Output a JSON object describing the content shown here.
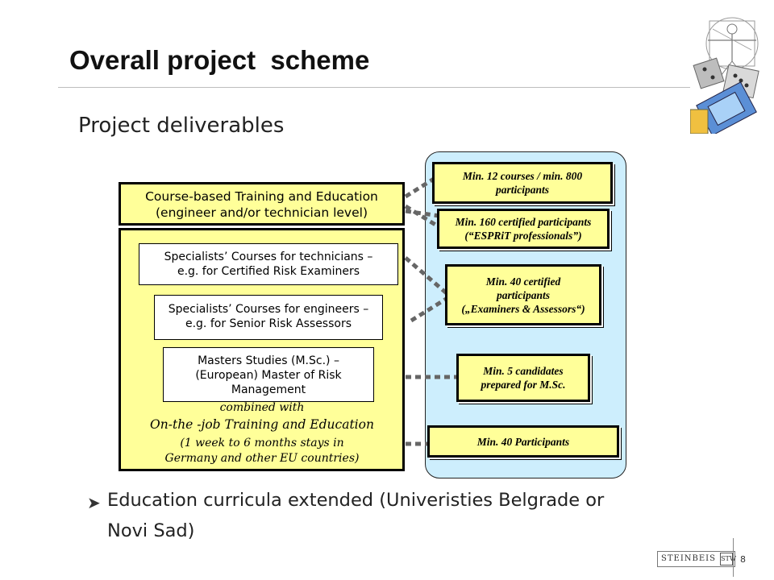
{
  "header": {
    "title": "Overall project  scheme",
    "subtitle": "Project deliverables"
  },
  "left_panel": {
    "top_line1": "Course-based Training and Education",
    "top_line2": "(engineer and/or technician level)",
    "box1_line1": "Specialists’ Courses for technicians –",
    "box1_line2": "e.g. for Certified Risk Examiners",
    "box2_line1": "Specialists’ Courses for engineers –",
    "box2_line2": "e.g. for Senior Risk Assessors",
    "box3_line1": "Masters Studies (M.Sc.) –",
    "box3_line2": "(European) Master of Risk",
    "box3_line3": "Management",
    "combined": "combined with",
    "ojt_title": "On-the -job Training and Education",
    "ojt_line1": "(1 week to 6 months stays in",
    "ojt_line2": "Germany and other EU countries)"
  },
  "deliverables": {
    "d1_line1": "Min. 12 courses / min. 800",
    "d1_line2": "participants",
    "d2_line1": "Min. 160 certified participants",
    "d2_line2": "(“ESPRiT professionals”)",
    "d3_line1": "Min. 40 certified",
    "d3_line2": "participants",
    "d3_line3": "(„Examiners & Assessors“)",
    "d4_line1": "Min. 5 candidates",
    "d4_line2": "prepared for M.Sc.",
    "d5_line1": "Min. 40 Participants"
  },
  "bullet": {
    "line1": "Education curricula extended (Univeristies Belgrade or",
    "line2": "Novi Sad)"
  },
  "footer": {
    "logo_text": "STEINBEIS",
    "seal_text": "STW",
    "page_number": "8"
  },
  "colors": {
    "panel_yellow": "#ffff99",
    "panel_blue": "#cdeefd",
    "connector": "#666666"
  }
}
